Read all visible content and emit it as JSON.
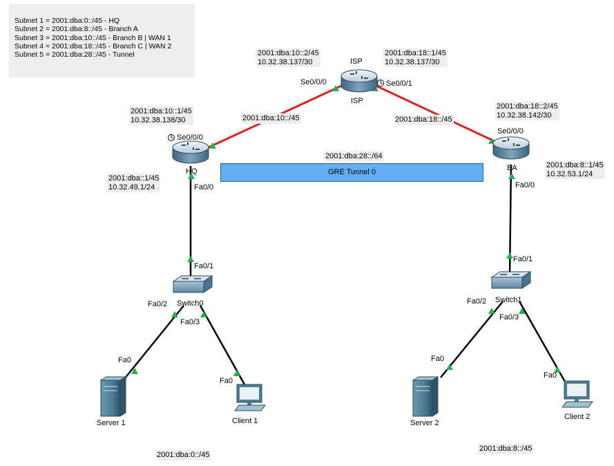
{
  "notes": [
    "Subnet 1 = 2001:dba:0::/45 - HQ",
    "Subnet 2 = 2001:dba:8::/45 - Branch A",
    "Subnet 3 = 2001:dba:10::/45 - Branch B | WAN 1",
    "Subnet 4 = 2001:dba:18::/45 - Branch C | WAN 2",
    "Subnet 5 = 2001:dba:28::/45 - Tunnel"
  ],
  "devices": {
    "isp": {
      "name": "ISP",
      "label_below": "ISP"
    },
    "hq": {
      "name": "HQ"
    },
    "ba": {
      "name": "BA"
    },
    "switch0": {
      "name": "Switch0"
    },
    "switch1": {
      "name": "Switch1"
    },
    "server1": {
      "name": "Server 1"
    },
    "client1": {
      "name": "Client 1"
    },
    "server2": {
      "name": "Server 2"
    },
    "client2": {
      "name": "Client 2"
    }
  },
  "addresses": {
    "isp_left": [
      "2001:dba:10::2/45",
      "10.32.38.137/30"
    ],
    "isp_right": [
      "2001:dba:18::1/45",
      "10.32.38.137/30"
    ],
    "hq_serial": [
      "2001:dba:10::1/45",
      "10.32.38.138/30"
    ],
    "hq_lan": [
      "2001:dba::1/45",
      "10.32.49.1/24"
    ],
    "ba_serial": [
      "2001:dba:18::2/45",
      "10.32.38.142/30"
    ],
    "ba_lan": [
      "2001:dba:8::1/45",
      "10.32.53.1/24"
    ]
  },
  "links": {
    "wan_left": "2001:dba:10::/45",
    "wan_right": "2001:dba:18::/45",
    "tunnel_net": "2001:dba:28::/64",
    "lan_hq": "2001:dba:0::/45",
    "lan_ba": "2001:dba:8::/45"
  },
  "tunnel": {
    "label": "GRE Tunnel 0"
  },
  "ports": {
    "isp_se000": "Se0/0/0",
    "isp_se001": "Se0/0/1",
    "hq_se000": "Se0/0/0",
    "hq_fa00": "Fa0/0",
    "ba_se000": "Se0/0/0",
    "ba_fa00": "Fa0/0",
    "sw0_fa01": "Fa0/1",
    "sw0_fa02": "Fa0/2",
    "sw0_fa03": "Fa0/3",
    "sw1_fa01": "Fa0/1",
    "sw1_fa02": "Fa0/2",
    "sw1_fa03": "Fa0/3",
    "server1_fa0": "Fa0",
    "client1_fa0": "Fa0",
    "server2_fa0": "Fa0",
    "client2_fa0": "Fa0"
  },
  "colors": {
    "serial_link": "#e02020",
    "ethernet_link": "#000000",
    "port_up": "#22b14c",
    "tunnel_fill": "#63aef0",
    "router_body": "#6b93ad",
    "note_bg": "#eeeeee"
  }
}
